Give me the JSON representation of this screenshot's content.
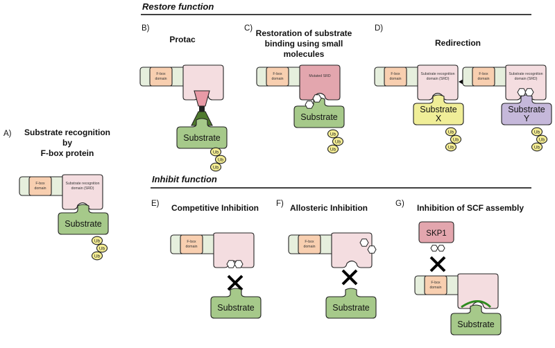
{
  "sections": {
    "restore": "Restore function",
    "inhibit": "Inhibit function"
  },
  "panels": {
    "a": {
      "letter": "A)",
      "title": [
        "Substrate recognition",
        "by",
        "F-box protein"
      ]
    },
    "b": {
      "letter": "B)",
      "title": [
        "Protac"
      ]
    },
    "c": {
      "letter": "C)",
      "title": [
        "Restoration of substrate",
        "binding using small",
        "molecules"
      ]
    },
    "d": {
      "letter": "D)",
      "title": [
        "Redirection"
      ]
    },
    "e": {
      "letter": "E)",
      "title": [
        "Competitive Inhibition"
      ]
    },
    "f": {
      "letter": "F)",
      "title": [
        "Allosteric Inhibition"
      ]
    },
    "g": {
      "letter": "G)",
      "title": [
        "Inhibition of SCF assembly"
      ]
    }
  },
  "labels": {
    "fbox_line1": "F-box",
    "fbox_line2": "domain",
    "srd_line1": "Substrate recognition",
    "srd_line2": "domain (SRD)",
    "mutated_srd": "Mutated SRD",
    "substrate": "Substrate",
    "substrate_x": [
      "Substrate",
      "X"
    ],
    "substrate_y": [
      "Substrate",
      "Y"
    ],
    "ub": "Ub",
    "skp1": "SKP1"
  },
  "colors": {
    "fbox": "#f8cfb0",
    "linker": "#e6efdd",
    "srd": "#f4dde0",
    "mutated_srd": "#e3a6ae",
    "substrate": "#a6c98a",
    "substrate_x": "#f0ee98",
    "substrate_y": "#c5b8da",
    "ub": "#f3ec93",
    "protac_top": "#e89aa6",
    "protac_bottom": "#4f7a2e",
    "skp1": "#e3a6ae",
    "scf_contact": "#2e8b1e"
  }
}
